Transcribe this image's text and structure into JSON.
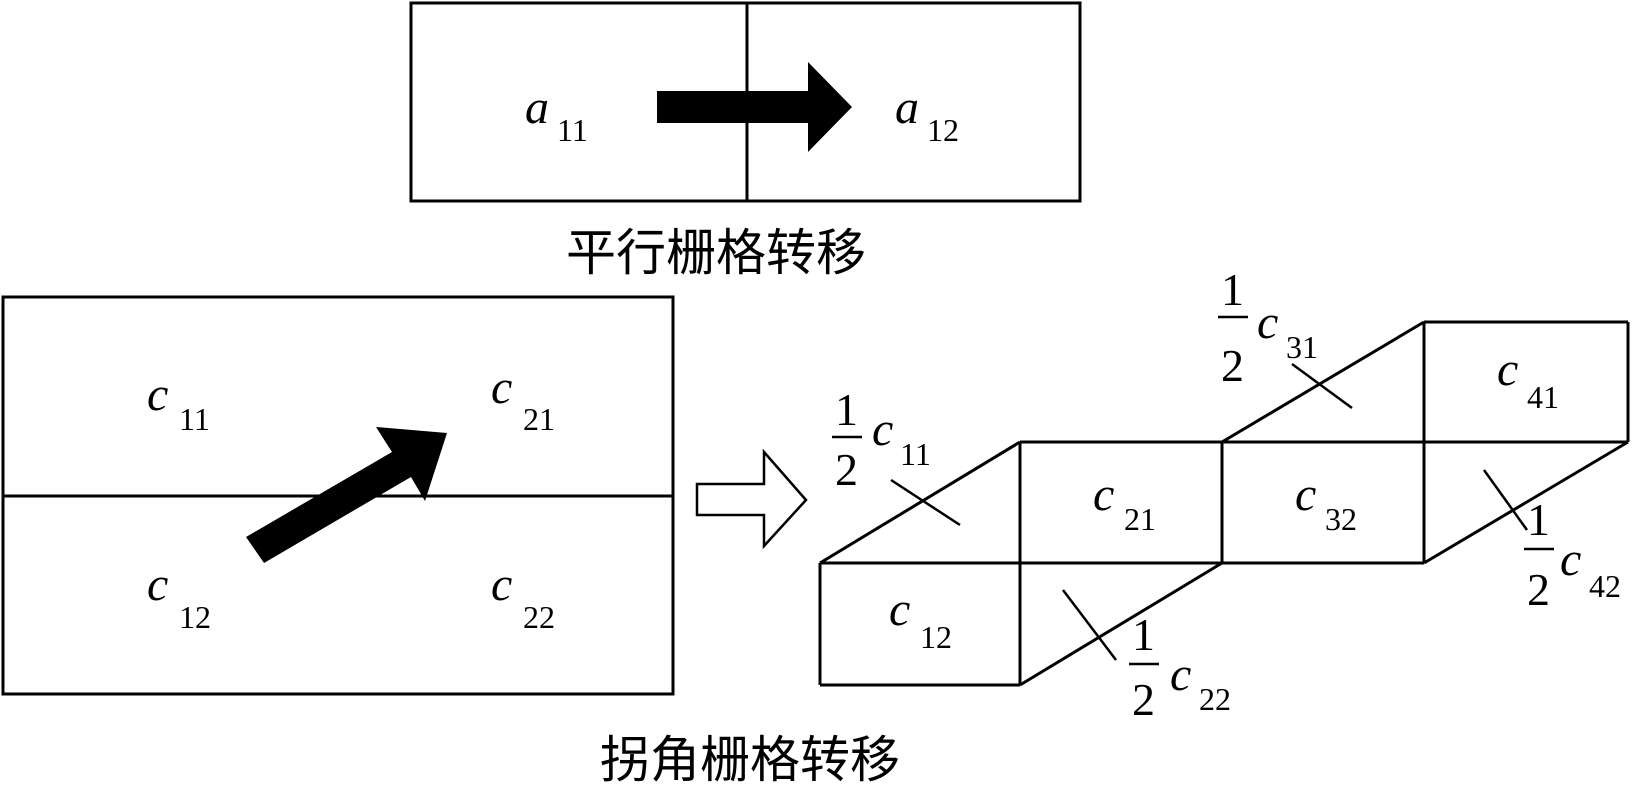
{
  "top_cells": [
    {
      "var": "a",
      "sub": "11"
    },
    {
      "var": "a",
      "sub": "12"
    }
  ],
  "top_caption": "平行栅格转移",
  "left_cells": [
    {
      "var": "c",
      "sub": "11"
    },
    {
      "var": "c",
      "sub": "21"
    },
    {
      "var": "c",
      "sub": "12"
    },
    {
      "var": "c",
      "sub": "22"
    }
  ],
  "right_cells": [
    {
      "var": "c",
      "sub": "21"
    },
    {
      "var": "c",
      "sub": "32"
    },
    {
      "var": "c",
      "sub": "41"
    },
    {
      "var": "c",
      "sub": "12"
    }
  ],
  "half_labels": [
    {
      "num": "1",
      "den": "2",
      "var": "c",
      "sub": "11"
    },
    {
      "num": "1",
      "den": "2",
      "var": "c",
      "sub": "31"
    },
    {
      "num": "1",
      "den": "2",
      "var": "c",
      "sub": "42"
    },
    {
      "num": "1",
      "den": "2",
      "var": "c",
      "sub": "22"
    }
  ],
  "bottom_caption": "拐角栅格转移"
}
